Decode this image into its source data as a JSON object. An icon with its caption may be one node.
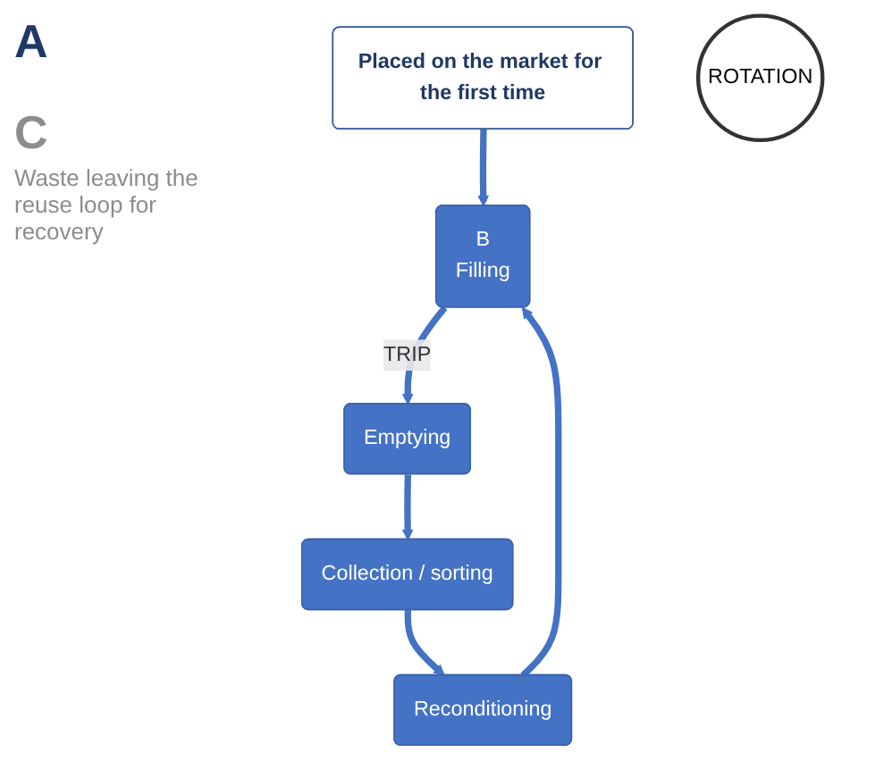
{
  "diagram": {
    "nodes": [
      {
        "text": [
          "Placed on the market for the first time"
        ]
      },
      {
        "text": [
          "B",
          "Filling"
        ]
      },
      {
        "text": [
          "Emptying"
        ]
      },
      {
        "text": [
          "Collection / sorting"
        ]
      },
      {
        "text": [
          "Reconditioning"
        ]
      },
      {
        "text": [
          "ROTATION"
        ]
      }
    ],
    "edges": [
      {
        "from": 0,
        "to": 1,
        "arrow": "to"
      },
      {
        "from": 1,
        "to": 2,
        "arrow": "to",
        "label": "TRIP"
      },
      {
        "from": 2,
        "to": 3,
        "arrow": "to"
      },
      {
        "from": 3,
        "to": 4,
        "arrow": "to"
      },
      {
        "from": 4,
        "to": 1,
        "arrow": "to"
      }
    ],
    "labels": [
      "A",
      "C",
      "Waste leaving the reuse loop for recovery"
    ]
  }
}
